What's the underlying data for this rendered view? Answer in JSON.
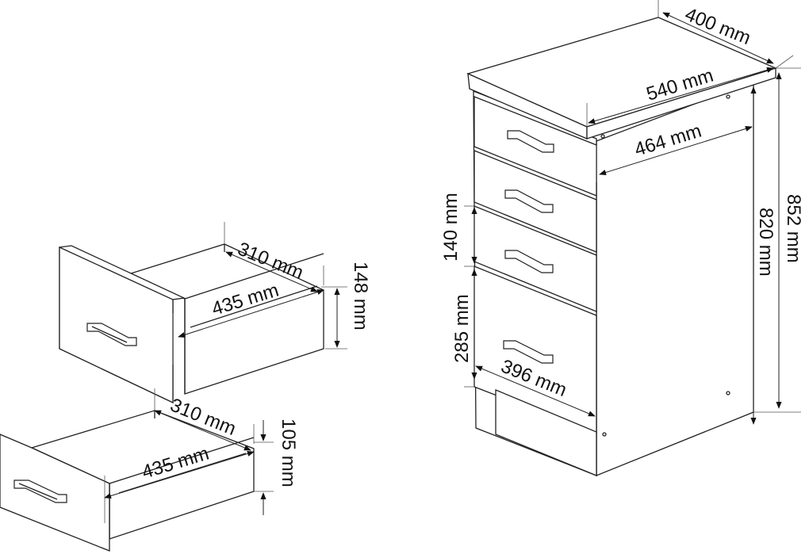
{
  "dimensions": {
    "top_drawer_inner_width": "310 mm",
    "top_drawer_inner_depth": "435 mm",
    "top_drawer_height": "148 mm",
    "bottom_drawer_inner_width": "310 mm",
    "bottom_drawer_inner_depth": "435 mm",
    "bottom_drawer_height": "105 mm",
    "cabinet_width": "400 mm",
    "cabinet_top_depth": "540 mm",
    "cabinet_body_depth": "464 mm",
    "cabinet_total_height": "852 mm",
    "cabinet_body_height": "820 mm",
    "small_drawer_front_height": "140 mm",
    "large_drawer_front_height": "285 mm",
    "large_drawer_depth": "396 mm"
  }
}
